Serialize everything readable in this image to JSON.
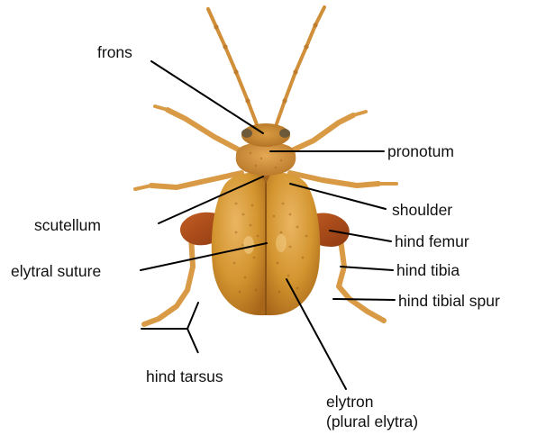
{
  "labels": {
    "frons": "frons",
    "pronotum": "pronotum",
    "shoulder": "shoulder",
    "scutellum": "scutellum",
    "hind_femur": "hind femur",
    "elytral_suture": "elytral suture",
    "hind_tibia": "hind tibia",
    "hind_tibial_spur": "hind tibial spur",
    "hind_tarsus": "hind tarsus",
    "elytron": "elytron",
    "elytron_plural": "(plural elytra)"
  },
  "colors": {
    "body_light": "#e0a54a",
    "body_mid": "#c98a2c",
    "body_dark": "#9e5f14",
    "leg": "#d99a45",
    "leg_dark": "#b06a1c",
    "femur": "#b8501c",
    "leader_line": "#000000"
  }
}
